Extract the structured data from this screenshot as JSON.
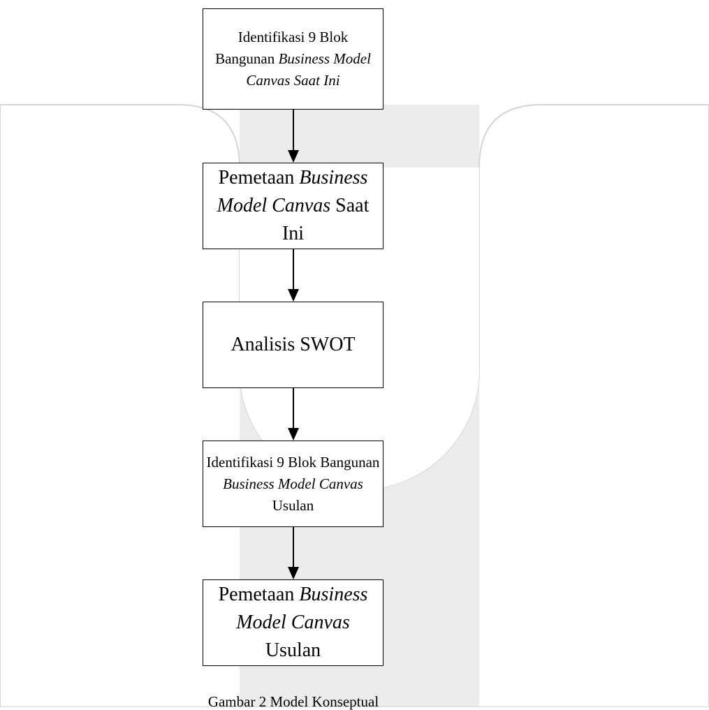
{
  "steps": [
    {
      "id": "step-1",
      "parts": [
        {
          "t": "Identifikasi 9 Blok Bangunan ",
          "i": false
        },
        {
          "t": "Business Model Canvas Saat Ini",
          "i": true
        }
      ]
    },
    {
      "id": "step-2",
      "parts": [
        {
          "t": "Pemetaan ",
          "i": false
        },
        {
          "t": "Business Model Canvas",
          "i": true
        },
        {
          "t": " Saat Ini",
          "i": false
        }
      ]
    },
    {
      "id": "step-3",
      "parts": [
        {
          "t": "Analisis SWOT",
          "i": false
        }
      ]
    },
    {
      "id": "step-4",
      "parts": [
        {
          "t": "Identifikasi 9 Blok Bangunan ",
          "i": false
        },
        {
          "t": "Business Model Canvas",
          "i": true
        },
        {
          "t": " Usulan",
          "i": false
        }
      ]
    },
    {
      "id": "step-5",
      "parts": [
        {
          "t": "Pemetaan ",
          "i": false
        },
        {
          "t": "Business Model Canvas",
          "i": true
        },
        {
          "t": " Usulan",
          "i": false
        }
      ]
    }
  ],
  "caption": "Gambar 2 Model Konseptual",
  "colors": {
    "watermark_outline": "#d6d6d6",
    "watermark_fill": "#ececec",
    "line": "#000000"
  }
}
